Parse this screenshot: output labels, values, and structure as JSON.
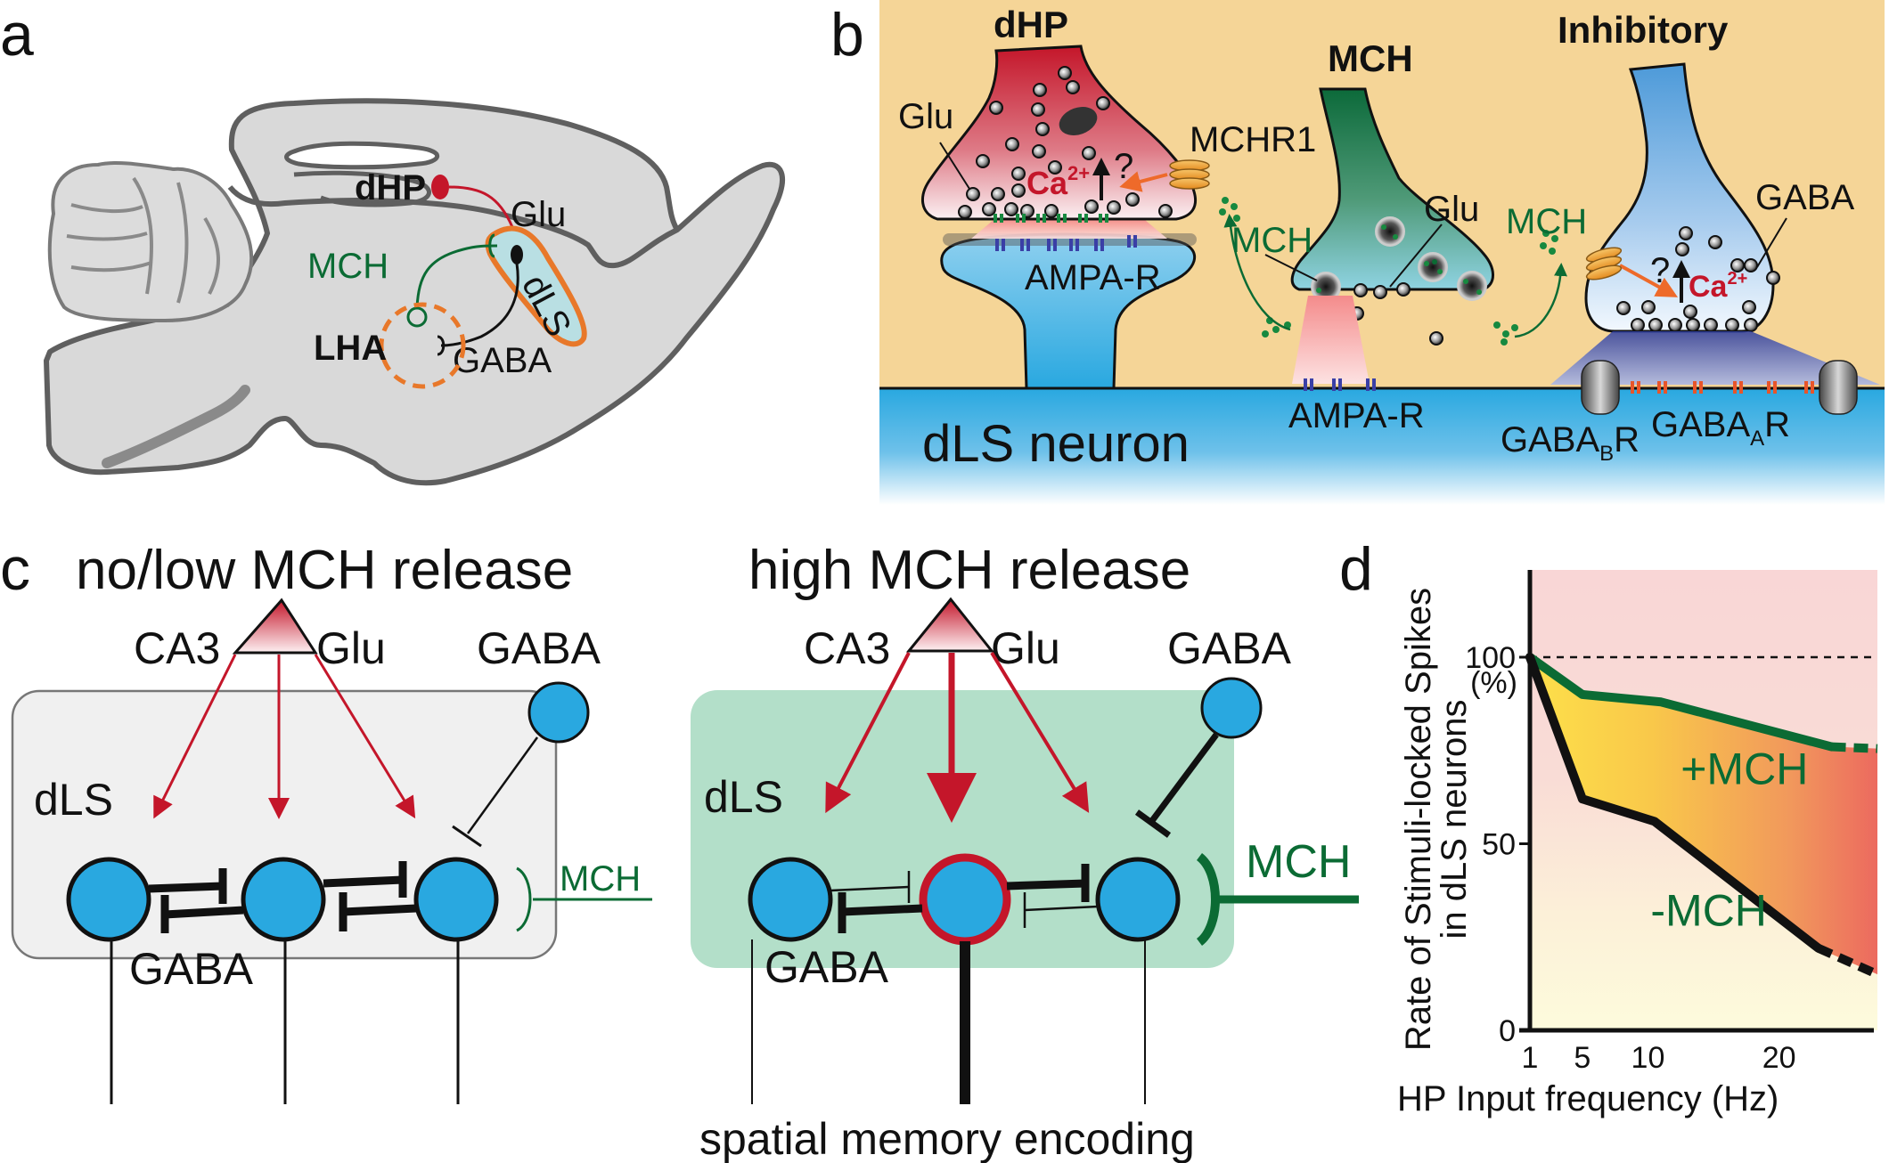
{
  "figure": {
    "panels": [
      {
        "id": "a",
        "label": "a"
      },
      {
        "id": "b",
        "label": "b"
      },
      {
        "id": "c",
        "label": "c"
      },
      {
        "id": "d",
        "label": "d"
      }
    ]
  },
  "panel_a": {
    "regions": {
      "dHP": "dHP",
      "dLS": "dLS",
      "LHA": "LHA"
    },
    "labels": {
      "glu": "Glu",
      "mch": "MCH",
      "gaba": "GABA"
    },
    "colors": {
      "brain_fill": "#d9d9d9",
      "brain_outline": "#5f5f5f",
      "dhp_neuron": "#c4162a",
      "mch_projection": "#0b6b34",
      "dls_fill": "#b9dfe3",
      "dls_outline": "#e8782a",
      "lha_dashed": "#e8782a"
    }
  },
  "panel_b": {
    "terminals": {
      "dhp_title": "dHP",
      "mch_title": "MCH",
      "inhibitory_title": "Inhibitory"
    },
    "labels": {
      "glu_left": "Glu",
      "mchr1": "MCHR1",
      "ca_left": "Ca",
      "ca_sup": "2+",
      "question_left": "?",
      "ampa_left": "AMPA-R",
      "mch_left": "MCH",
      "glu_mid": "Glu",
      "mch_right": "MCH",
      "gaba": "GABA",
      "ca_right": "Ca",
      "ca_right_sup": "2+",
      "question_right": "?",
      "ampa_mid": "AMPA-R",
      "gabab": "GABA",
      "gabab_sub": "B",
      "gabab_r": "R",
      "gabaa": "GABA",
      "gabaa_sub": "A",
      "gabaa_r": "R",
      "neuron": "dLS neuron"
    },
    "colors": {
      "background": "#f5d597",
      "neuron_blue": "#29a8e0",
      "dhp_red": "#c4162a",
      "mch_green": "#0b6b34",
      "inhibitory_blue": "#5ba3dc",
      "ampa_receptor": "#3a3fa6",
      "gabaa_receptor": "#e8552a",
      "mchr1_orange": "#f2a23a"
    }
  },
  "panel_c": {
    "left": {
      "title": "no/low MCH release",
      "ca3": "CA3",
      "glu": "Glu",
      "gaba_top": "GABA",
      "dls": "dLS",
      "gaba_inner": "GABA",
      "mch": "MCH",
      "box_color": "#f0f0f0"
    },
    "right": {
      "title": "high MCH release",
      "ca3": "CA3",
      "glu": "Glu",
      "gaba_top": "GABA",
      "dls": "dLS",
      "gaba_inner": "GABA",
      "mch": "MCH",
      "output": "spatial memory encoding",
      "box_color": "#b3dfc9"
    },
    "colors": {
      "neuron": "#29a8e0",
      "arrow": "#c4162a",
      "mch": "#0b6b34"
    }
  },
  "chart_data": {
    "type": "line",
    "title": "",
    "xlabel": "HP Input frequency (Hz)",
    "ylabel_lines": [
      "Rate of Stimuli-locked Spikes",
      "in dLS neurons"
    ],
    "ylabel_unit": "(%)",
    "x_ticks": [
      1,
      5,
      10,
      20
    ],
    "x_tick_labels": [
      "1",
      "5",
      "10",
      "20"
    ],
    "y_ticks": [
      0,
      50,
      100
    ],
    "y_tick_labels": [
      "0",
      "50",
      "100"
    ],
    "xlim": [
      1,
      27.5
    ],
    "ylim": [
      0,
      120
    ],
    "reference_line": {
      "y": 100,
      "style": "dashed"
    },
    "series": [
      {
        "name": "+MCH",
        "color": "#0b6b34",
        "x": [
          1,
          5,
          11,
          24
        ],
        "y": [
          100,
          90,
          88,
          76
        ],
        "extrapolated": {
          "x": [
            24,
            27.5
          ],
          "y": [
            76,
            75.5
          ]
        }
      },
      {
        "name": "-MCH",
        "color": "#111111",
        "x": [
          1,
          5,
          10.5,
          23
        ],
        "y": [
          100,
          62,
          56,
          22
        ],
        "extrapolated": {
          "x": [
            23,
            27.5
          ],
          "y": [
            22,
            15
          ]
        }
      }
    ],
    "annotations": [
      "+MCH",
      "-MCH"
    ],
    "background_gradient": {
      "top": "#f9d6d6",
      "bottom": "#fdfbdc"
    },
    "fill_between_gradient": {
      "left": "#fde04a",
      "right": "#ec6a5f"
    },
    "grid": false,
    "legend": "none (inline annotations)"
  }
}
